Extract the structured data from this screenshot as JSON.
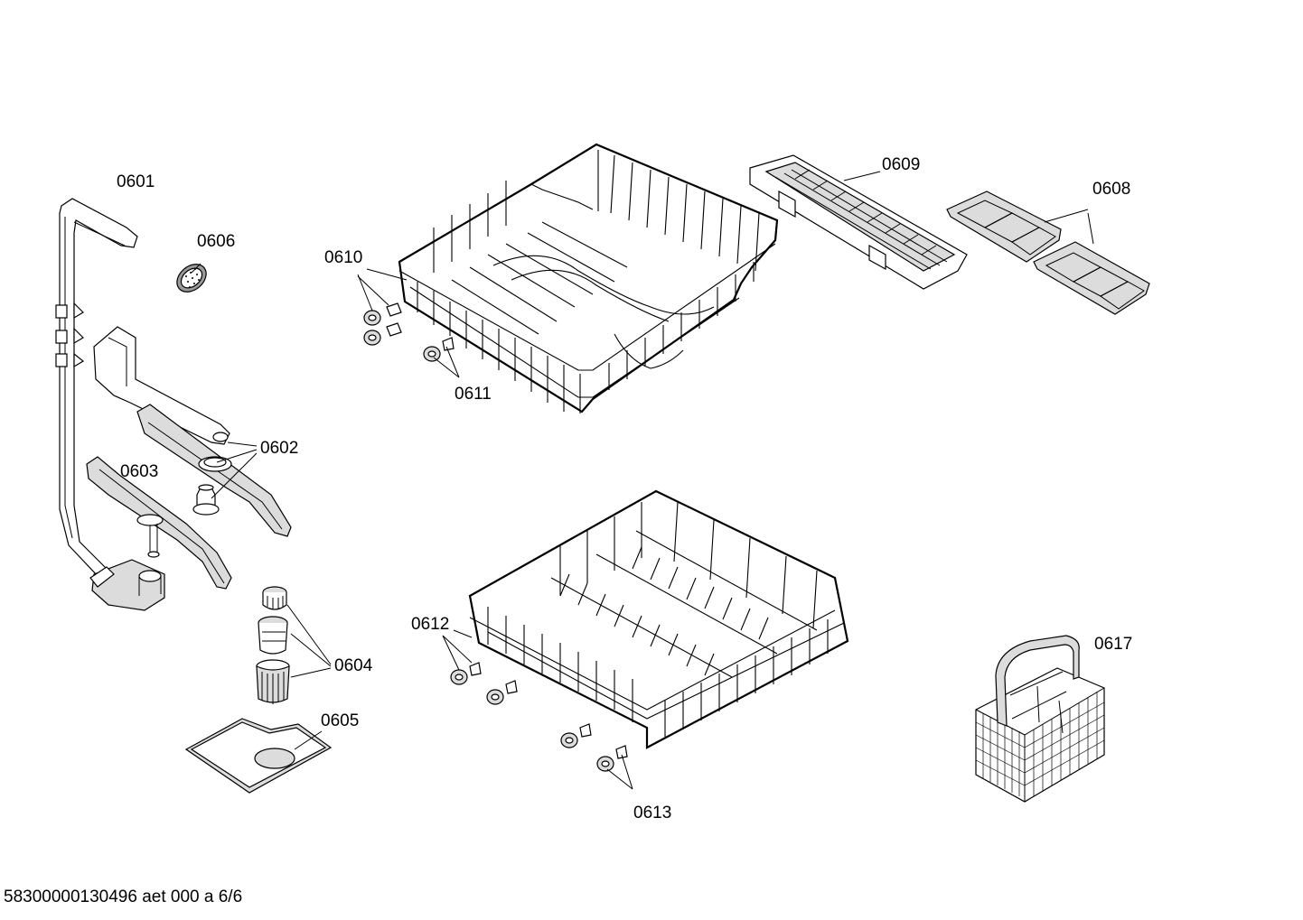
{
  "labels": {
    "p0601": "0601",
    "p0602": "0602",
    "p0603": "0603",
    "p0604": "0604",
    "p0605": "0605",
    "p0606": "0606",
    "p0608": "0608",
    "p0609": "0609",
    "p0610": "0610",
    "p0611": "0611",
    "p0612": "0612",
    "p0613": "0613",
    "p0617": "0617"
  },
  "footer": {
    "document_id": "58300000130496 aet 000 a 6/6"
  }
}
